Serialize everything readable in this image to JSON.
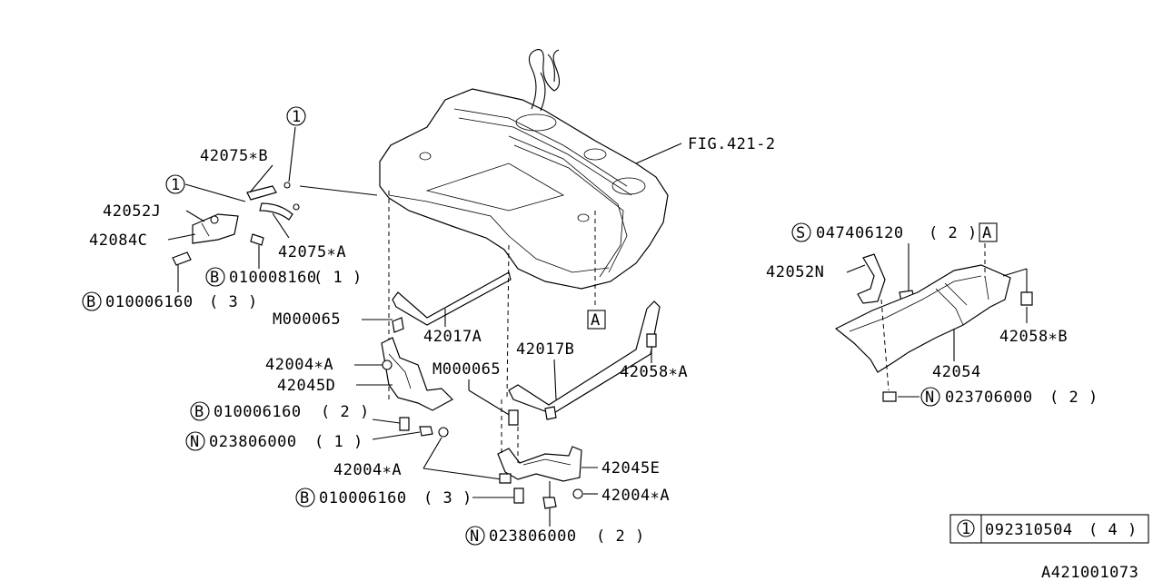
{
  "diagram": {
    "fig_ref": "FIG.421-2",
    "ref_box_letter": "A",
    "circle_one": "1",
    "part_numbers": {
      "p42075B": "42075∗B",
      "p42052J": "42052J",
      "p42084C": "42084C",
      "p42075A": "42075∗A",
      "p42017A": "42017A",
      "p42017B": "42017B",
      "p42004A_1": "42004∗A",
      "p42004A_2": "42004∗A",
      "p42004A_3": "42004∗A",
      "p42045D": "42045D",
      "p42045E": "42045E",
      "p42058A": "42058∗A",
      "p42058B": "42058∗B",
      "p42052N": "42052N",
      "p42054": "42054",
      "m000065_1": "M000065",
      "m000065_2": "M000065"
    },
    "bolts": [
      {
        "prefix": "B",
        "number": "010008160",
        "qty": "( 1 )"
      },
      {
        "prefix": "B",
        "number": "010006160",
        "qty": "( 3 )"
      },
      {
        "prefix": "B",
        "number": "010006160",
        "qty": "( 2 )"
      },
      {
        "prefix": "B",
        "number": "010006160",
        "qty": "( 3 )"
      }
    ],
    "nuts": [
      {
        "prefix": "N",
        "number": "023806000",
        "qty": "( 1 )"
      },
      {
        "prefix": "N",
        "number": "023806000",
        "qty": "( 2 )"
      },
      {
        "prefix": "N",
        "number": "023706000",
        "qty": "( 2 )"
      }
    ],
    "screw": {
      "prefix": "S",
      "number": "047406120",
      "qty": "( 2 )"
    },
    "legend": {
      "key": "1",
      "number": "092310504",
      "qty": "( 4 )"
    },
    "drawing_id": "A421001073"
  }
}
